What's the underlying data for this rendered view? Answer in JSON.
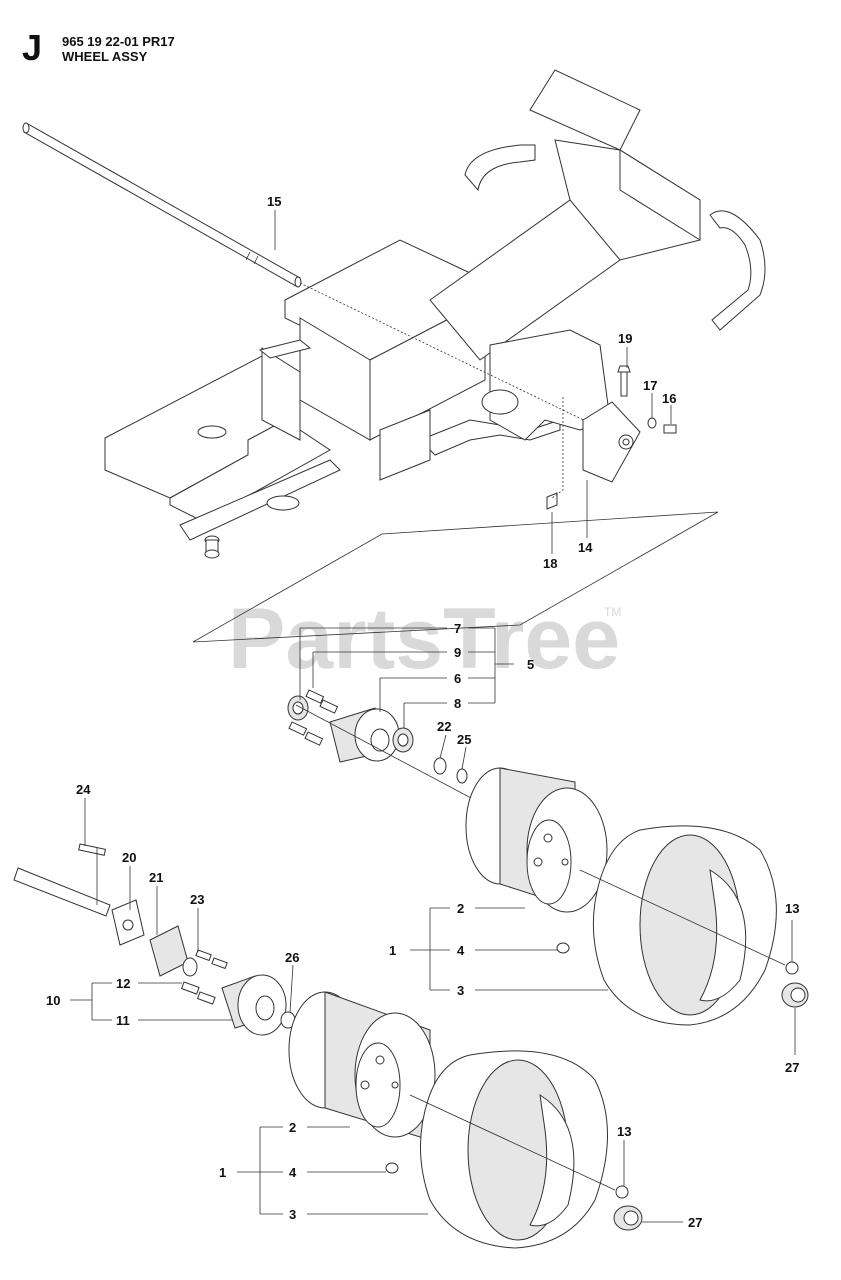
{
  "header": {
    "section_letter": "J",
    "part_number": "965 19 22-01 PR17",
    "assembly_name": "WHEEL ASSY"
  },
  "watermark": {
    "text": "PartsTree",
    "tm": "TM"
  },
  "callouts": {
    "c15": "15",
    "c19": "19",
    "c17": "17",
    "c16": "16",
    "c18": "18",
    "c14": "14",
    "c7": "7",
    "c9": "9",
    "c5": "5",
    "c6": "6",
    "c8": "8",
    "c22": "22",
    "c25": "25",
    "c24": "24",
    "c20": "20",
    "c21": "21",
    "c23": "23",
    "c26": "26",
    "c12": "12",
    "c10": "10",
    "c11": "11",
    "upper_2": "2",
    "upper_1": "1",
    "upper_4": "4",
    "upper_3": "3",
    "upper_13": "13",
    "upper_27": "27",
    "lower_2": "2",
    "lower_1": "1",
    "lower_4": "4",
    "lower_3": "3",
    "lower_13": "13",
    "lower_27": "27"
  }
}
